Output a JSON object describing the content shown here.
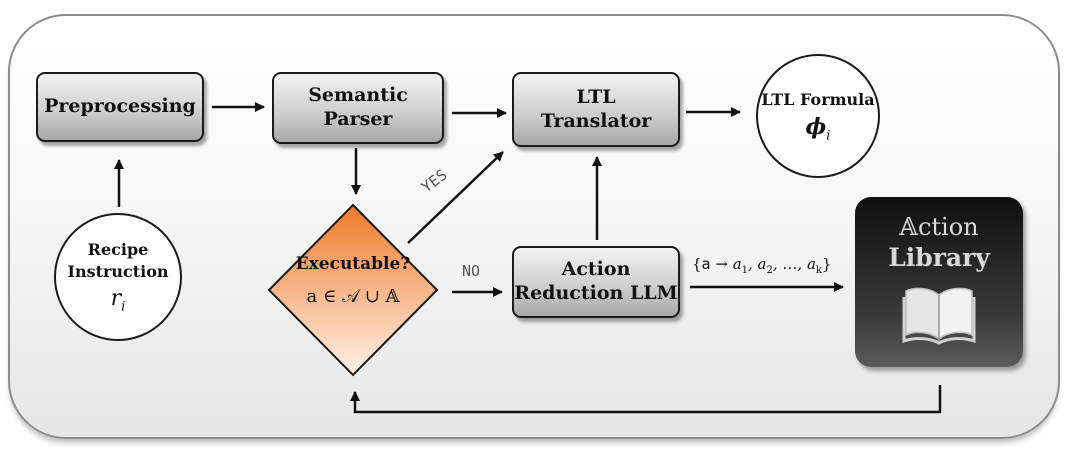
{
  "nodes": {
    "preprocessing": "Preprocessing",
    "semantic_parser": [
      "Semantic",
      "Parser"
    ],
    "ltl_translator": [
      "LTL",
      "Translator"
    ],
    "ltl_formula": {
      "label": "LTL Formula",
      "symbol": "ϕ",
      "subscript": "i"
    },
    "recipe_instruction": {
      "label": [
        "Recipe",
        "Instruction"
      ],
      "symbol": "r",
      "subscript": "i"
    },
    "decision": {
      "question": "Executable?",
      "condition": "a ∈ 𝒜 ∪ 𝔸"
    },
    "action_reduction": [
      "Action",
      "Reduction LLM"
    ],
    "action_library": [
      "𝔸ction",
      "Library"
    ]
  },
  "edges": {
    "yes": "YES",
    "no": "NO",
    "mapping": {
      "open": "{",
      "lhs": "a",
      "arrow": " → ",
      "terms": [
        "a",
        "1",
        ", a",
        "2",
        ", …, a",
        "k"
      ],
      "close": "}"
    }
  },
  "colors": {
    "decision_top": "#ee7a2b",
    "decision_bottom": "#fff1e6",
    "box_dark": "#a8a8a8",
    "library_bg": "#1a1a1a"
  },
  "icons": {
    "library": "book-icon"
  }
}
